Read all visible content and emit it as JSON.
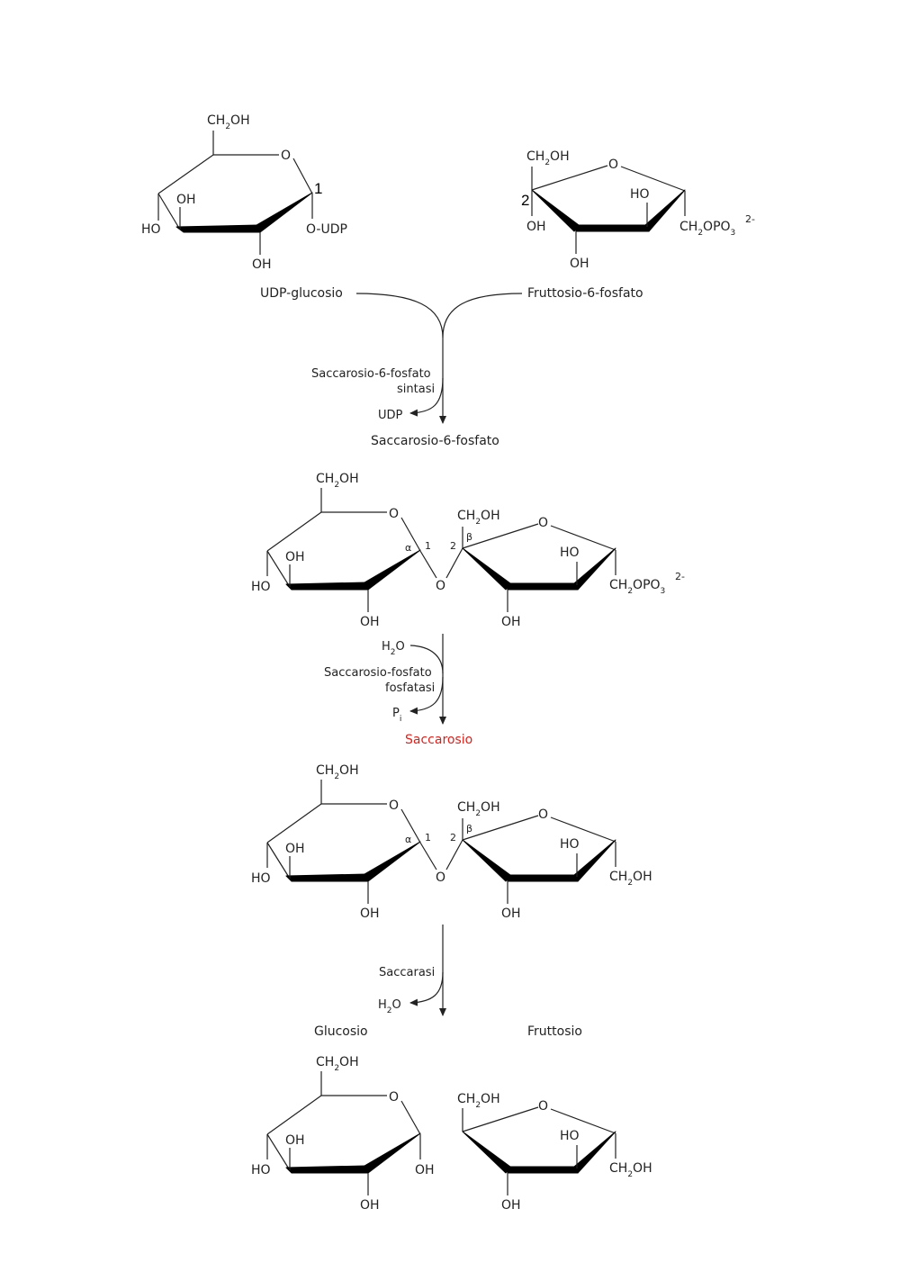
{
  "atoms": {
    "ch2oh": "CH2OH",
    "oh": "OH",
    "ho": "HO",
    "o": "O",
    "o_udp": "O-UDP",
    "ch2opo3": "CH2OPO3",
    "charge": "2-",
    "h2o": "H2O",
    "pi": "Pi"
  },
  "ring_numbers": {
    "c1_top": "1",
    "c2_top": "2",
    "c1": "1",
    "c2": "2",
    "alpha": "α",
    "beta": "β"
  },
  "labels": {
    "udp_glucose": "UDP-glucosio",
    "fructose_6p": "Fruttosio-6-fosfato",
    "enzyme1_line1": "Saccarosio-6-fosfato",
    "enzyme1_line2": "sintasi",
    "udp": "UDP",
    "sucrose_6p": "Saccarosio-6-fosfato",
    "enzyme2_line1": "Saccarosio-fosfato",
    "enzyme2_line2": "fosfatasi",
    "sucrose": "Saccarosio",
    "enzyme3": "Saccarasi",
    "glucose": "Glucosio",
    "fructose": "Fruttosio"
  },
  "colors": {
    "highlight": "#e0211b",
    "ink": "#222222"
  }
}
